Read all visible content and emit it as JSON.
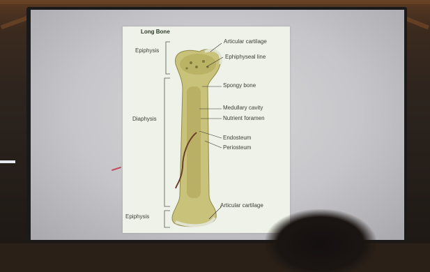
{
  "slide": {
    "title": "Long Bone",
    "labels": {
      "epiphysis_top": "Epiphysis",
      "diaphysis": "Diaphysis",
      "epiphysis_bottom": "Epiphysis",
      "articular_cartilage_top": "Articular cartilage",
      "epiphyseal_line": "Ephiphyseal line",
      "spongy_bone": "Spongy bone",
      "medullary_cavity": "Medullary cavity",
      "nutrient_foramen": "Nutrient foramen",
      "endosteum": "Endosteum",
      "periosteum": "Periosteum",
      "articular_cartilage_bottom": "Articular cartilage"
    }
  },
  "colors": {
    "bone": "#c9c27a",
    "bone_shadow": "#8f8a48",
    "cartilage": "#dfe3d0",
    "marrow": "#b9b066"
  },
  "icons": [
    "long-bone-illustration"
  ]
}
